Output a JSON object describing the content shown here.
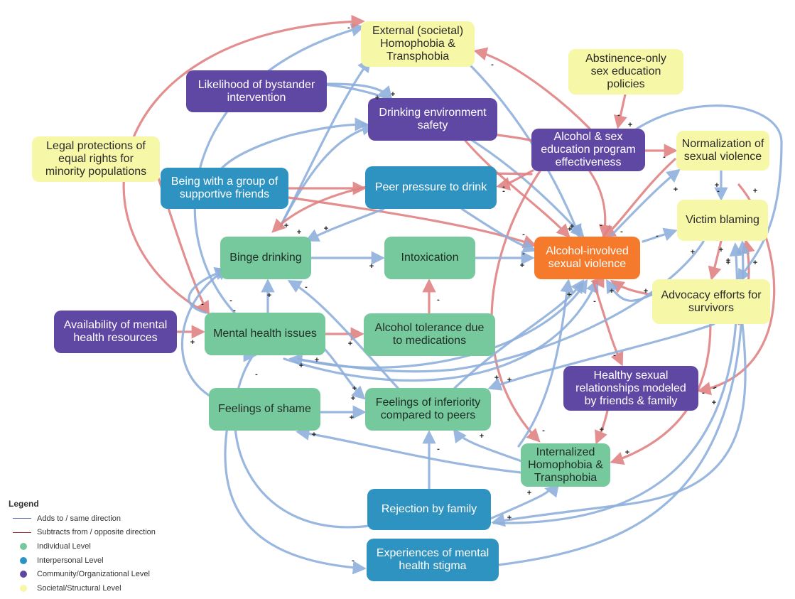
{
  "colors": {
    "adds_edge": "#8fb0dc",
    "subtracts_edge": "#e08283",
    "individual": "#76c99c",
    "interpersonal": "#2f93c1",
    "community": "#5f48a3",
    "societal": "#f7f7a8",
    "outcome": "#f57a2b"
  },
  "nodes": {
    "external_homophobia": {
      "label": "External (societal)\nHomophobia &\nTransphobia",
      "level": "societal"
    },
    "bystander": {
      "label": "Likelihood of bystander\nintervention",
      "level": "community"
    },
    "drinking_env": {
      "label": "Drinking environment\nsafety",
      "level": "community"
    },
    "abstinence": {
      "label": "Abstinence-only\nsex education\npolicies",
      "level": "societal"
    },
    "legal": {
      "label": "Legal protections of\nequal rights for\nminority populations",
      "level": "societal"
    },
    "alcohol_sex_ed": {
      "label": "Alcohol & sex\neducation program\neffectiveness",
      "level": "community"
    },
    "normalization": {
      "label": "Normalization of\nsexual violence",
      "level": "societal"
    },
    "supportive_friends": {
      "label": "Being with a group of\nsupportive friends",
      "level": "interpersonal"
    },
    "peer_pressure": {
      "label": "Peer pressure to drink",
      "level": "interpersonal"
    },
    "victim_blaming": {
      "label": "Victim blaming",
      "level": "societal"
    },
    "binge": {
      "label": "Binge drinking",
      "level": "individual"
    },
    "intoxication": {
      "label": "Intoxication",
      "level": "individual"
    },
    "aisv": {
      "label": "Alcohol-involved\nsexual violence",
      "level": "outcome"
    },
    "advocacy": {
      "label": "Advocacy efforts for\nsurvivors",
      "level": "societal"
    },
    "mental_resources": {
      "label": "Availability of mental\nhealth resources",
      "level": "community"
    },
    "mental_issues": {
      "label": "Mental health issues",
      "level": "individual"
    },
    "tolerance": {
      "label": "Alcohol tolerance due\nto medications",
      "level": "individual"
    },
    "healthy_relationships": {
      "label": "Healthy sexual\nrelationships modeled\nby friends & family",
      "level": "community"
    },
    "shame": {
      "label": "Feelings of shame",
      "level": "individual"
    },
    "inferiority": {
      "label": "Feelings of inferiority\ncompared to peers",
      "level": "individual"
    },
    "internalized": {
      "label": "Internalized\nHomophobia &\nTransphobia",
      "level": "individual"
    },
    "rejection": {
      "label": "Rejection by family",
      "level": "interpersonal"
    },
    "stigma": {
      "label": "Experiences of mental\nhealth stigma",
      "level": "interpersonal"
    }
  },
  "signs": [
    "-",
    "-",
    "+",
    "+",
    "-",
    "+",
    "-",
    "-",
    "-",
    "+",
    "+",
    "+",
    "-",
    "+",
    "+",
    "-",
    "-",
    "+",
    "+",
    "+",
    "+",
    "-",
    "+",
    "-",
    "-",
    "+",
    "+",
    "+",
    "+",
    "+",
    "-",
    "-",
    "-",
    "-",
    "+",
    "-",
    "+",
    "-",
    "+",
    "-",
    "+",
    "+",
    "-",
    "+",
    "+",
    "+",
    "+",
    "+",
    "+",
    "+",
    "+",
    "+",
    "-",
    "-",
    "+",
    "+",
    "+",
    "+",
    "-",
    "-",
    "-",
    "-",
    "-",
    "+",
    "+"
  ],
  "legend": {
    "title": "Legend",
    "items": [
      {
        "type": "line",
        "color": "#5b78b8",
        "label": "Adds to / same direction"
      },
      {
        "type": "line",
        "color": "#9b2a3a",
        "label": "Subtracts from / opposite direction"
      },
      {
        "type": "dot",
        "color": "#76c99c",
        "label": "Individual Level"
      },
      {
        "type": "dot",
        "color": "#2f93c1",
        "label": "Interpersonal Level"
      },
      {
        "type": "dot",
        "color": "#5f48a3",
        "label": "Community/Organizational Level"
      },
      {
        "type": "dot",
        "color": "#f7f7a8",
        "label": "Societal/Structural Level"
      }
    ]
  }
}
